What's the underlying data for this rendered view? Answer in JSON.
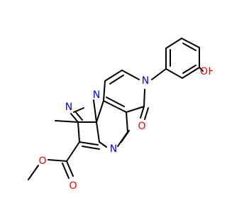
{
  "colors": {
    "bond": "#000000",
    "N": "#0000ff",
    "O": "#ff0000",
    "background": "#ffffff"
  },
  "atoms": {
    "n_pyrazole_a": "N",
    "n_pyrazole_b": "N",
    "n_pyrimidine": "N",
    "n_pyridone": "N",
    "o_carbonyl_ring": "O",
    "o_ester_carbonyl": "O",
    "o_ester": "O",
    "oh": "OH"
  }
}
